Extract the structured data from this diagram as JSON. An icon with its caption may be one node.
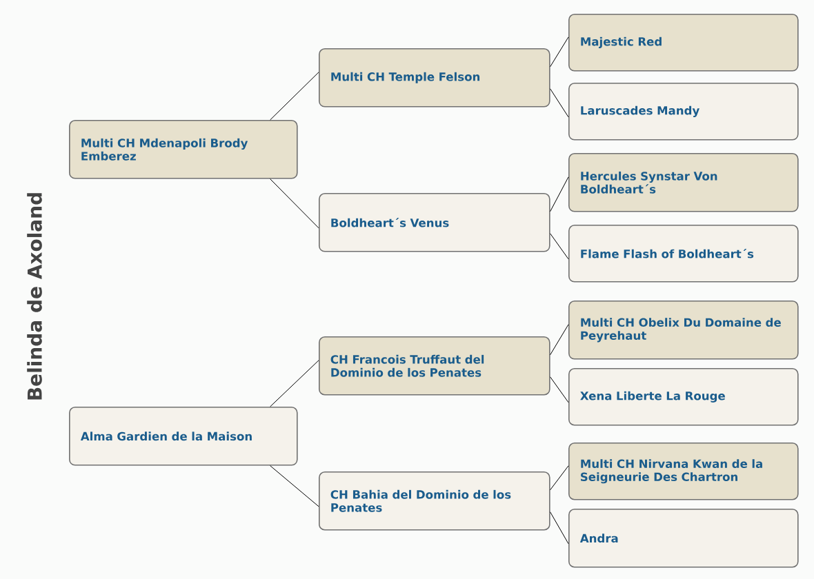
{
  "diagram": {
    "title": "Belinda de Axoland",
    "nodes": [
      {
        "text": [
          "Multi CH Mdenapoli Brody Emberez"
        ]
      },
      {
        "text": [
          "Multi CH Temple Felson"
        ]
      },
      {
        "text": [
          "Majestic Red"
        ]
      },
      {
        "text": [
          "Laruscades Mandy"
        ]
      },
      {
        "text": [
          "Boldheart´s Venus"
        ]
      },
      {
        "text": [
          "Hercules Synstar Von Boldheart´s"
        ]
      },
      {
        "text": [
          "Flame Flash of Boldheart´s"
        ]
      },
      {
        "text": [
          "Alma Gardien de la Maison"
        ]
      },
      {
        "text": [
          "CH Francois Truffaut del Dominio de los Penates"
        ]
      },
      {
        "text": [
          "Multi CH Obelix Du Domaine de Peyrehaut"
        ]
      },
      {
        "text": [
          "Xena Liberte La Rouge"
        ]
      },
      {
        "text": [
          "CH Bahia del Dominio de los Penates"
        ]
      },
      {
        "text": [
          "Multi CH Nirvana Kwan de la Seigneurie Des Chartron"
        ]
      },
      {
        "text": [
          "Andra"
        ]
      }
    ],
    "edges": [
      {
        "from": 0,
        "to": 1,
        "arrow": "none"
      },
      {
        "from": 0,
        "to": 4,
        "arrow": "none"
      },
      {
        "from": 1,
        "to": 2,
        "arrow": "none"
      },
      {
        "from": 1,
        "to": 3,
        "arrow": "none"
      },
      {
        "from": 4,
        "to": 5,
        "arrow": "none"
      },
      {
        "from": 4,
        "to": 6,
        "arrow": "none"
      },
      {
        "from": 7,
        "to": 8,
        "arrow": "none"
      },
      {
        "from": 7,
        "to": 11,
        "arrow": "none"
      },
      {
        "from": 8,
        "to": 9,
        "arrow": "none"
      },
      {
        "from": 8,
        "to": 10,
        "arrow": "none"
      },
      {
        "from": 11,
        "to": 12,
        "arrow": "none"
      },
      {
        "from": 11,
        "to": 13,
        "arrow": "none"
      }
    ]
  }
}
